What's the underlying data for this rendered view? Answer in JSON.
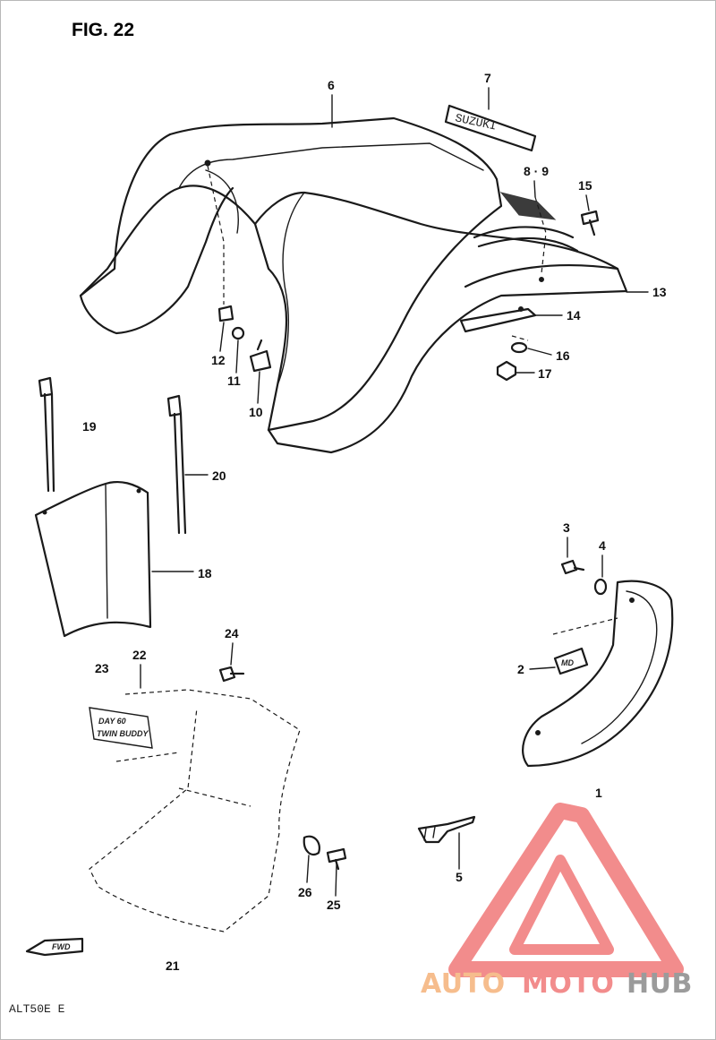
{
  "figure": {
    "title": "FIG. 22",
    "footer_code": "ALT50E  E",
    "emblem_text": "SUZUKI",
    "decal_text_line1": "DAY 60",
    "decal_text_line2": "TWIN BUDDY",
    "fwd_text": "FWD",
    "badge_text": "MD"
  },
  "callouts": [
    "1",
    "2",
    "3",
    "4",
    "5",
    "6",
    "7",
    "8 · 9",
    "10",
    "11",
    "12",
    "13",
    "14",
    "15",
    "16",
    "17",
    "18",
    "19",
    "20",
    "21",
    "22",
    "23",
    "24",
    "25",
    "26"
  ],
  "watermark": {
    "part1": "AUTO",
    "part2": "MOTO",
    "part3": "HUB",
    "color_light": "#f5b27a",
    "color_mid": "#f07878",
    "color_dark": "#8a8a8a"
  }
}
